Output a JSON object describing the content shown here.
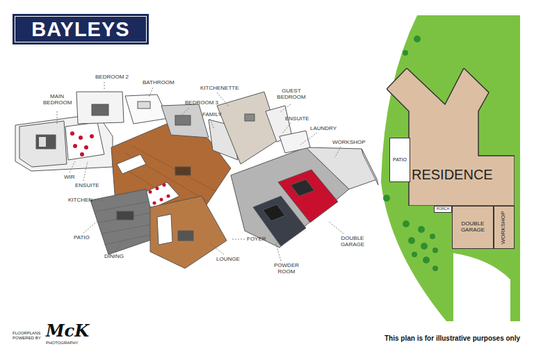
{
  "diagram": {
    "nodes": [
      {
        "text": [
          "BAYLEYS"
        ]
      },
      {
        "text": [
          "RESIDENCE"
        ]
      },
      {
        "text": [
          "PATIO"
        ]
      },
      {
        "text": [
          "PORCH"
        ]
      },
      {
        "text": [
          "DOUBLE GARAGE"
        ]
      },
      {
        "text": [
          "WORKSHOP"
        ]
      }
    ],
    "labels": [
      "BEDROOM 2",
      "BATHROOM",
      "MAIN BEDROOM",
      "KITCHENETTE",
      "GUEST BEDROOM",
      "BEDROOM 3",
      "FAMILY",
      "ENSUITE",
      "LAUNDRY",
      "WORKSHOP",
      "WIR",
      "ENSUITE",
      "KITCHEN",
      "PATIO",
      "DINING",
      "FOYER",
      "LOUNGE",
      "DOUBLE GARAGE",
      "POWDER ROOM",
      "FLOORPLANS POWERED BY",
      "McK",
      "PHOTOGRAPHY",
      "This plan is for illustrative purposes only"
    ]
  }
}
